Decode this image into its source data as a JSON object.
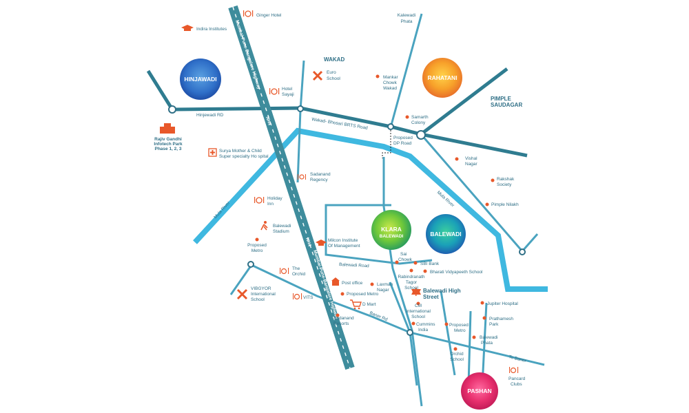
{
  "roads": {
    "hinjewadi_rd": "Hinjewadi RD",
    "wakad_bhosari": "Wakad- Bhosari BRTS Road",
    "proposed_dp": "Proposed DP Road",
    "balewadi_road": "Balewadi Road",
    "baner_rd": "Baner Rd",
    "to_baner": "To Baner",
    "highway_top": "Mumbai-Pune-Bangalore Highway",
    "highway_bottom": "Mumbai-Pune-Bangalore Highway",
    "nh4_top": "NH4",
    "nh4_bottom": "NH4",
    "mula_river_left": "Mula River",
    "mula_river_right": "Mula River"
  },
  "areas": {
    "hinjawadi": "HINJAWADI",
    "rahatani": "RAHATANI",
    "balewadi": "BALEWADI",
    "pashan": "PASHAN",
    "wakad": "WAKAD",
    "pimple_saudagar_1": "PIMPLE",
    "pimple_saudagar_2": "SAUDAGAR"
  },
  "project": {
    "name": "KLARA",
    "sub": "BALEWADI"
  },
  "places": {
    "ginger_hotel": "Ginger Hotel",
    "indira_institutes": "Indira Institutes",
    "hotel_sayaji_1": "Hotel",
    "hotel_sayaji_2": "Sayaji",
    "euro_school_1": "Euro",
    "euro_school_2": "School",
    "kalewadi_phata_1": "Kalewadi",
    "kalewadi_phata_2": "Phata",
    "mankar_chowk_1": "Mankar",
    "mankar_chowk_2": "Chowk",
    "mankar_chowk_3": "Wakad",
    "samarth_colony_1": "Samarth",
    "samarth_colony_2": "Colony",
    "rajiv_gandhi_1": "Rajiv Gandhi",
    "rajiv_gandhi_2": "Infotech Park",
    "rajiv_gandhi_3": "Phase 1, 2, 3",
    "surya_1": "Surya Mother & Child",
    "surya_2": "Super specialty Ho spital",
    "sadanand_regency_1": "Sadanand",
    "sadanand_regency_2": "Regency",
    "vishal_nagar_1": "Vishal",
    "vishal_nagar_2": "Nagar",
    "rakshak_1": "Rakshak",
    "rakshak_2": "Society",
    "pimple_nilakh": "Pimple Nilakh",
    "holiday_inn_1": "Holiday",
    "holiday_inn_2": "Inn",
    "balewadi_stadium_1": "Balewadi",
    "balewadi_stadium_2": "Stadium",
    "milcon_1": "Milcon Institute",
    "milcon_2": "Of Management",
    "proposed_metro_l1": "Proposed",
    "proposed_metro_l2": "Metro",
    "sai_chowk_1": "Sai",
    "sai_chowk_2": "Chowk",
    "sbi_bank": "SBI Bank",
    "bharati": "Bharati Vidyapeeth School",
    "the_orchid_1": "The",
    "the_orchid_2": "Orchid",
    "post_office": "Post office",
    "laxman_nagar_1": "Laxman",
    "laxman_nagar_2": "Nagar",
    "rabindranath_1": "Rabindranath",
    "rabindranath_2": "Tagor",
    "rabindranath_3": "School",
    "vibgyor_1": "VIBGYOR",
    "vibgyor_2": "International",
    "vibgyor_3": "School",
    "vits": "VITS",
    "proposed_metro_c": "Proposed Metro",
    "d_mart": "D Mart",
    "balewadi_high_1": "Balewadi High",
    "balewadi_high_2": "Street",
    "cm_intl_1": "CM",
    "cm_intl_2": "International",
    "cm_intl_3": "School",
    "jupiter": "Jupiter Hospital",
    "prathamesh_1": "Prathamesh",
    "prathamesh_2": "Park",
    "sadanand_resorts_1": "Sadanand",
    "sadanand_resorts_2": "Resorts",
    "cummins_1": "Cummins",
    "cummins_2": "India",
    "proposed_metro_r1": "Proposed",
    "proposed_metro_r2": "Metro",
    "balewadi_phata_1": "Balewadi",
    "balewadi_phata_2": "Phata",
    "orchid_school_1": "Orchid",
    "orchid_school_2": "School",
    "pancard_1": "Pancard",
    "pancard_2": "Clubs"
  },
  "colors": {
    "road_dark": "#2f7c90",
    "road_light": "#4aa3bf",
    "river": "#3fb8e0",
    "highway": "#3e8c9c",
    "marker": "#e8582a"
  }
}
